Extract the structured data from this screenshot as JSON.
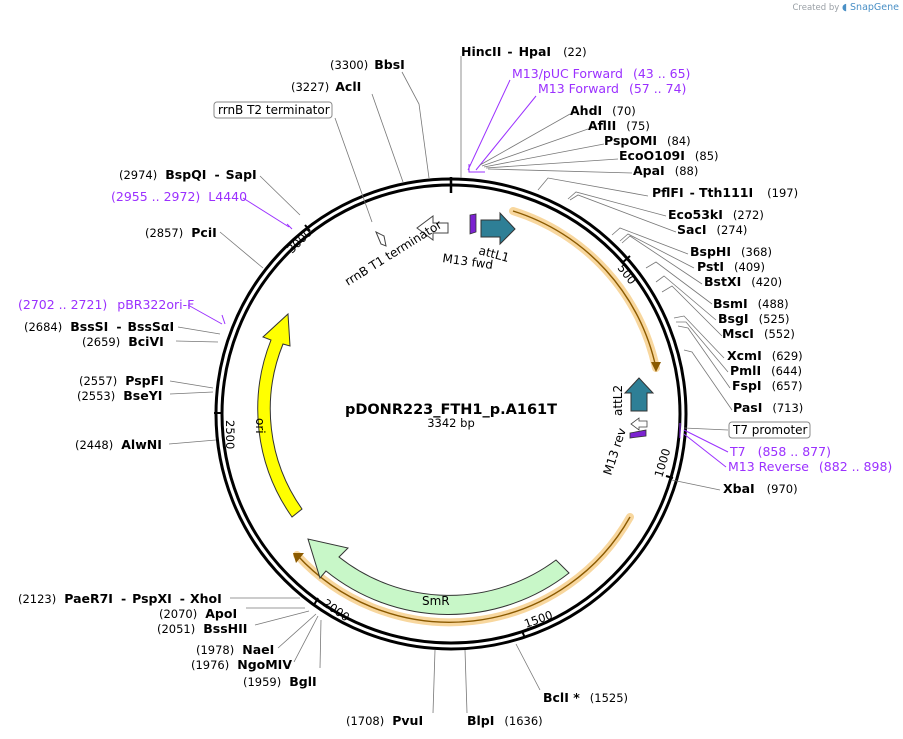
{
  "credit": {
    "prefix": "Created by",
    "brand": "SnapGene"
  },
  "plasmid": {
    "name": "pDONR223_FTH1_p.A161T",
    "length_label": "3342 bp",
    "length": 3342
  },
  "ticks": [
    "500",
    "1000",
    "1500",
    "2000",
    "2500",
    "3000"
  ],
  "sites": [
    {
      "name": "HincII",
      "name2": "HpaI",
      "pos": "(22)",
      "bp": 22
    },
    {
      "name": "AhdI",
      "pos": "(70)",
      "bp": 70
    },
    {
      "name": "AflII",
      "pos": "(75)",
      "bp": 75
    },
    {
      "name": "PspOMI",
      "pos": "(84)",
      "bp": 84
    },
    {
      "name": "EcoO109I",
      "pos": "(85)",
      "bp": 85
    },
    {
      "name": "ApaI",
      "pos": "(88)",
      "bp": 88
    },
    {
      "name": "PflFI",
      "name2": "Tth111I",
      "pos": "(197)",
      "bp": 197
    },
    {
      "name": "Eco53kI",
      "pos": "(272)",
      "bp": 272
    },
    {
      "name": "SacI",
      "pos": "(274)",
      "bp": 274
    },
    {
      "name": "BspHI",
      "pos": "(368)",
      "bp": 368
    },
    {
      "name": "PstI",
      "pos": "(409)",
      "bp": 409
    },
    {
      "name": "BstXI",
      "pos": "(420)",
      "bp": 420
    },
    {
      "name": "BsmI",
      "pos": "(488)",
      "bp": 488
    },
    {
      "name": "BsgI",
      "pos": "(525)",
      "bp": 525
    },
    {
      "name": "MscI",
      "pos": "(552)",
      "bp": 552
    },
    {
      "name": "XcmI",
      "pos": "(629)",
      "bp": 629
    },
    {
      "name": "PmlI",
      "pos": "(644)",
      "bp": 644
    },
    {
      "name": "FspI",
      "pos": "(657)",
      "bp": 657
    },
    {
      "name": "PasI",
      "pos": "(713)",
      "bp": 713
    },
    {
      "name": "XbaI",
      "pos": "(970)",
      "bp": 970
    },
    {
      "name": "BclI *",
      "pos": "(1525)",
      "bp": 1525
    },
    {
      "name": "BlpI",
      "pos": "(1636)",
      "bp": 1636
    },
    {
      "name": "PvuI",
      "pos": "(1708)",
      "bp": 1708
    },
    {
      "name": "BglI",
      "pos": "(1959)",
      "bp": 1959
    },
    {
      "name": "NgoMIV",
      "pos": "(1976)",
      "bp": 1976
    },
    {
      "name": "NaeI",
      "pos": "(1978)",
      "bp": 1978
    },
    {
      "name": "BssHII",
      "pos": "(2051)",
      "bp": 2051
    },
    {
      "name": "ApoI",
      "pos": "(2070)",
      "bp": 2070
    },
    {
      "name": "PaeR7I",
      "name2": "PspXI",
      "name3": "XhoI",
      "pos": "(2123)",
      "bp": 2123
    },
    {
      "name": "AlwNI",
      "pos": "(2448)",
      "bp": 2448
    },
    {
      "name": "BseYI",
      "pos": "(2553)",
      "bp": 2553
    },
    {
      "name": "PspFI",
      "pos": "(2557)",
      "bp": 2557
    },
    {
      "name": "BciVI",
      "pos": "(2659)",
      "bp": 2659
    },
    {
      "name": "BssSI",
      "name2": "BssSαI",
      "pos": "(2684)",
      "bp": 2684
    },
    {
      "name": "PciI",
      "pos": "(2857)",
      "bp": 2857
    },
    {
      "name": "BspQI",
      "name2": "SapI",
      "pos": "(2974)",
      "bp": 2974
    },
    {
      "name": "AclI",
      "pos": "(3227)",
      "bp": 3227
    },
    {
      "name": "BbsI",
      "pos": "(3300)",
      "bp": 3300
    }
  ],
  "primers": [
    {
      "name": "M13/pUC Forward",
      "range": "(43 .. 65)"
    },
    {
      "name": "M13 Forward",
      "range": "(57 .. 74)"
    },
    {
      "name": "T7",
      "range": "(858 .. 877)"
    },
    {
      "name": "M13 Reverse",
      "range": "(882 .. 898)"
    },
    {
      "name": "pBR322ori-F",
      "range": "(2702 .. 2721)"
    },
    {
      "name": "L4440",
      "range": "(2955 .. 2972)"
    }
  ],
  "boxed_labels": {
    "t7_promoter": "T7 promoter",
    "rrnb_t2": "rrnB T2 terminator"
  },
  "features": {
    "attL1": "attL1",
    "attL2": "attL2",
    "m13fwd": "M13 fwd",
    "m13rev": "M13 rev",
    "rrnb_t1": "rrnB T1 terminator",
    "ori": "ori",
    "smr": "SmR"
  },
  "colors": {
    "ori": "#ffff00",
    "smr": "#c8f7c8",
    "att": "#2e7f96",
    "primer": "#9b30ff",
    "orf_highlight": "#f8d79e",
    "orf_line": "#8b5a00"
  }
}
